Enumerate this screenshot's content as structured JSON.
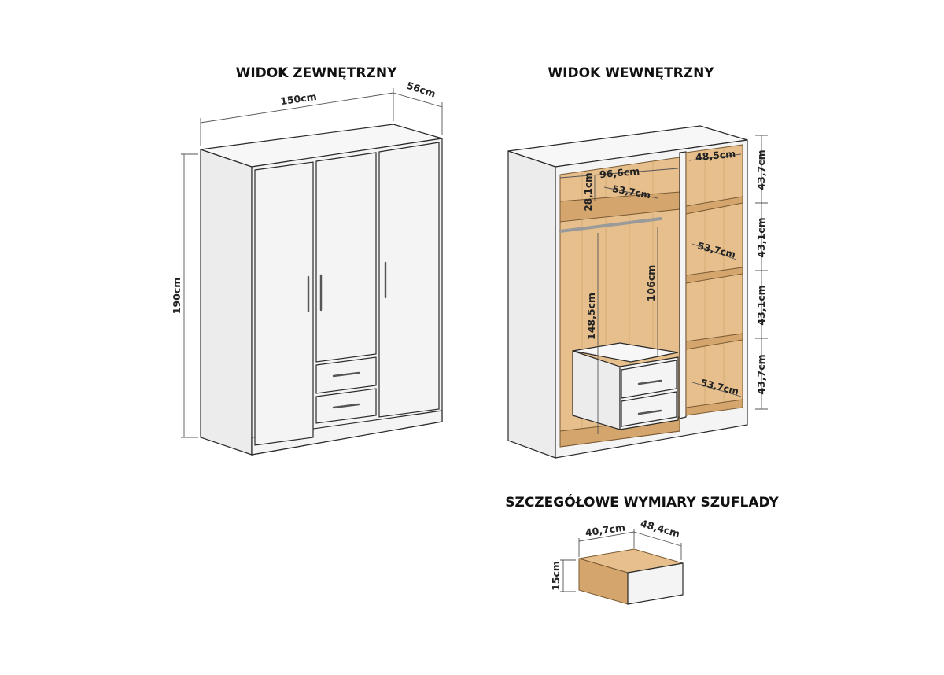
{
  "titles": {
    "exterior": "WIDOK ZEWNĘTRZNY",
    "interior": "WIDOK WEWNĘTRZNY",
    "drawer": "SZCZEGÓŁOWE WYMIARY SZUFLADY"
  },
  "exterior_dims": {
    "width": "150cm",
    "depth": "56cm",
    "height": "190cm"
  },
  "interior_dims": {
    "compartment_width": "96,6cm",
    "top_shelf_height": "28,1cm",
    "top_shelf_depth": "53,7cm",
    "hanging_height": "148,5cm",
    "below_rail": "106cm",
    "shelf_width": "48,5cm",
    "shelf_depth_mid": "53,7cm",
    "shelf_depth_bottom": "53,7cm",
    "heights": [
      "43,7cm",
      "43,1cm",
      "43,1cm",
      "43,7cm"
    ]
  },
  "drawer_dims": {
    "width": "40,7cm",
    "depth": "48,4cm",
    "height": "15cm"
  },
  "colors": {
    "panel": "#f4f4f4",
    "oak": "#e6bf8c",
    "outline": "#2a2a2a"
  }
}
